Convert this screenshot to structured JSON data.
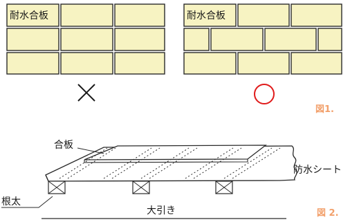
{
  "figure1": {
    "left_panel_label": "耐水合板",
    "right_panel_label": "耐水合板",
    "wrong_mark": "×",
    "correct_mark": "○",
    "caption": "図1.",
    "colors": {
      "panel_fill": "#f7f3c2",
      "panel_stroke": "#2a2a2a",
      "correct_mark": "#e01a1a",
      "caption": "#f2a06b"
    }
  },
  "figure2": {
    "plywood_label": "合板",
    "waterproof_sheet_label": "防水シート",
    "joist_label": "根太",
    "beam_label": "大引き",
    "caption": "図 2."
  }
}
